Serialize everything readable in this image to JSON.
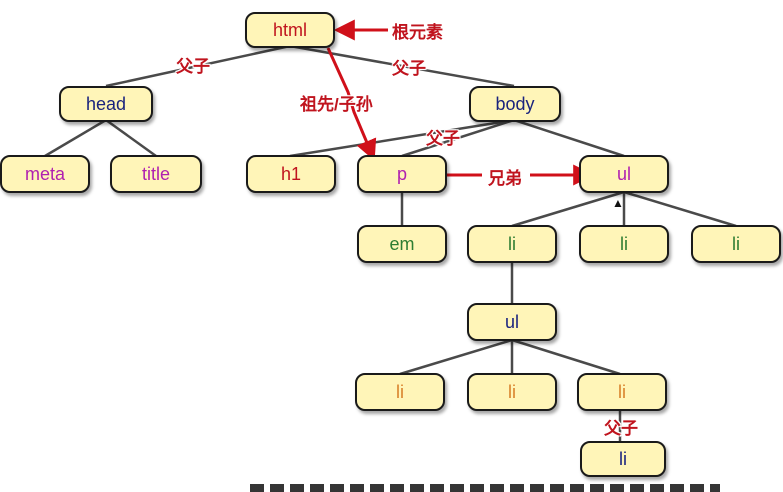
{
  "diagram": {
    "nodes": {
      "html": "html",
      "head": "head",
      "body": "body",
      "meta": "meta",
      "title": "title",
      "h1": "h1",
      "p": "p",
      "ul": "ul",
      "em": "em",
      "li_1": "li",
      "li_2": "li",
      "li_3": "li",
      "ul_nested": "ul",
      "li_a": "li",
      "li_b": "li",
      "li_c": "li",
      "li_d": "li"
    },
    "annotations": {
      "root": "根元素",
      "parent_child_left": "父子",
      "parent_child_right": "父子",
      "parent_child_body": "父子",
      "ancestor_descendant": "祖先/子孙",
      "siblings": "兄弟",
      "bottom": "父子"
    },
    "colors": {
      "node_fill": "#fff5b8",
      "node_border": "#1a1a1a",
      "arrow": "#d0101a",
      "line": "#4a4a4a"
    }
  }
}
